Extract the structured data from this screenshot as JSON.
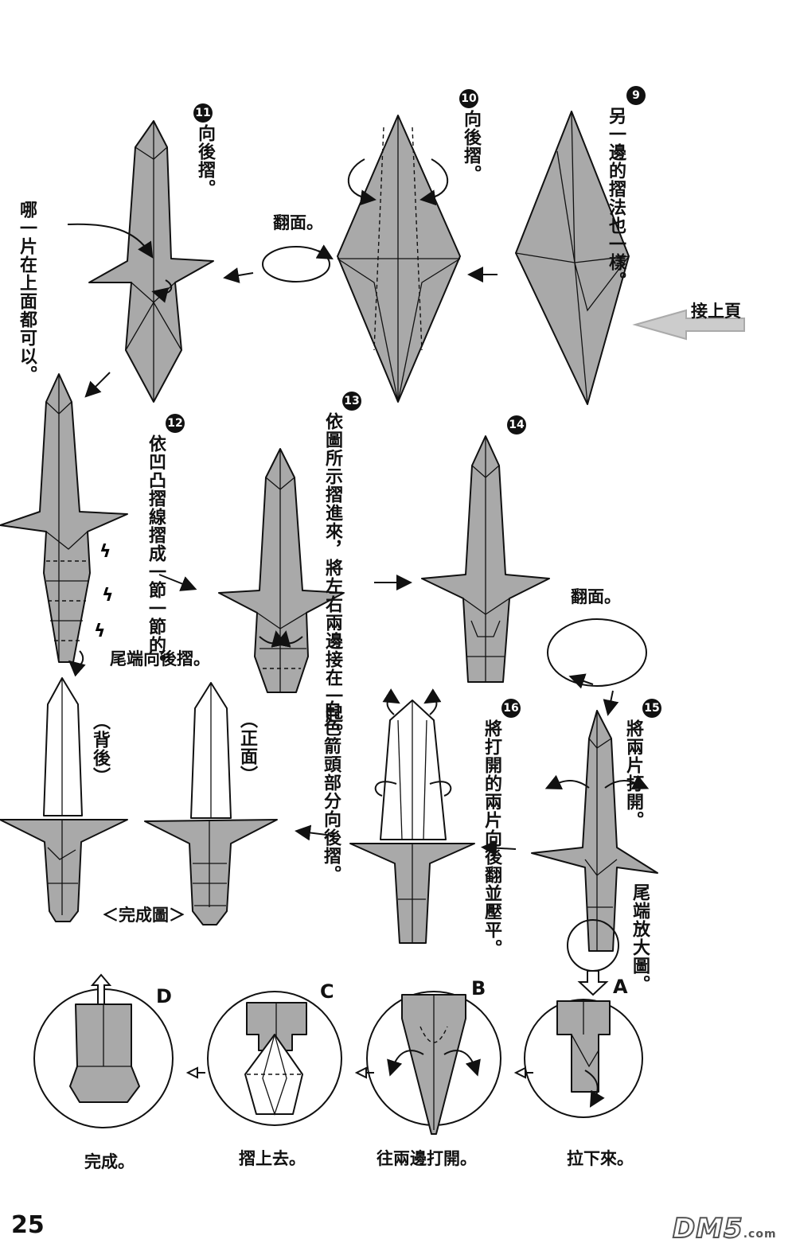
{
  "steps": {
    "s9": {
      "num": "9",
      "text": "另一邊的摺法也一樣。"
    },
    "s10": {
      "num": "10",
      "text": "向後摺。"
    },
    "s11": {
      "num": "11",
      "text": "向後摺。"
    },
    "s12": {
      "num": "12",
      "text": "依凹凸摺線摺成一節一節的。"
    },
    "s13": {
      "num": "13",
      "text": "依圖所示摺進來，將左右兩邊接在一起。"
    },
    "s14": {
      "num": "14"
    },
    "s15": {
      "num": "15",
      "text": "將兩片打開。"
    },
    "s16": {
      "num": "16",
      "text": "將打開的兩片向後翻並壓平。"
    }
  },
  "notes": {
    "continue": "接上頁",
    "flip_1": "翻面。",
    "flip_2": "翻面。",
    "either_piece": "哪一片在上面都可以。",
    "tail_fold": "尾端向後摺。",
    "white_arrow": "白色箭頭部分向後摺。",
    "back": "（背後）",
    "front": "（正面）",
    "finished": "＜完成圖＞",
    "tail_zoom": "尾端放大圖。"
  },
  "detail_steps": [
    {
      "letter": "A",
      "caption": "拉下來。"
    },
    {
      "letter": "B",
      "caption": "往兩邊打開。"
    },
    {
      "letter": "C",
      "caption": "摺上去。"
    },
    {
      "letter": "D",
      "caption": "完成。"
    }
  ],
  "page_number": "25",
  "watermark": "DM5",
  "watermark_suffix": ".com"
}
